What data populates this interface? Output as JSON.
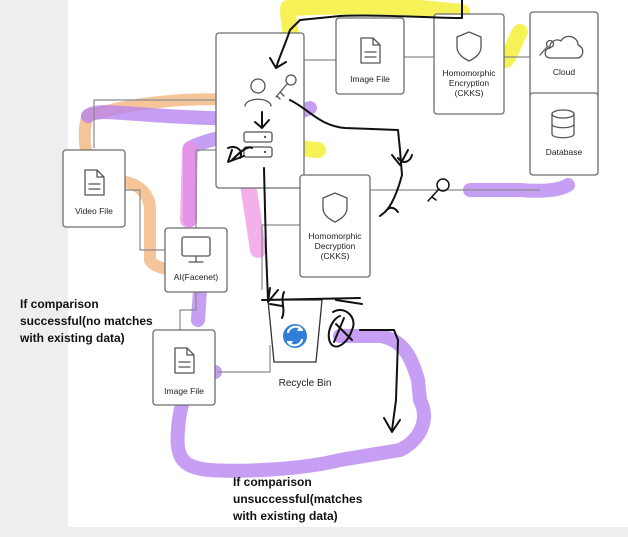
{
  "nodes": {
    "image_file_top": "Image File",
    "encryption": "Homomorphic\nEncryption\n(CKKS)",
    "cloud": "Cloud",
    "database": "Database",
    "video_file": "Video File",
    "decryption": "Homomorphic\nDecryption\n(CKKS)",
    "ai": "AI(Facenet)",
    "image_file_bottom": "Image File",
    "recycle_bin": "Recycle Bin"
  },
  "notes": {
    "success": "If comparison\nsuccessful(no matches\nwith existing data)",
    "failure": "If comparison\nunsuccessful(matches\nwith existing data)"
  },
  "colors": {
    "highlight_purple": "#b37ff0",
    "highlight_yellow": "#f5ee3a",
    "highlight_orange": "#f2b680",
    "highlight_pink": "#f08fe2",
    "recycle_icon": "#2f7fd8"
  }
}
